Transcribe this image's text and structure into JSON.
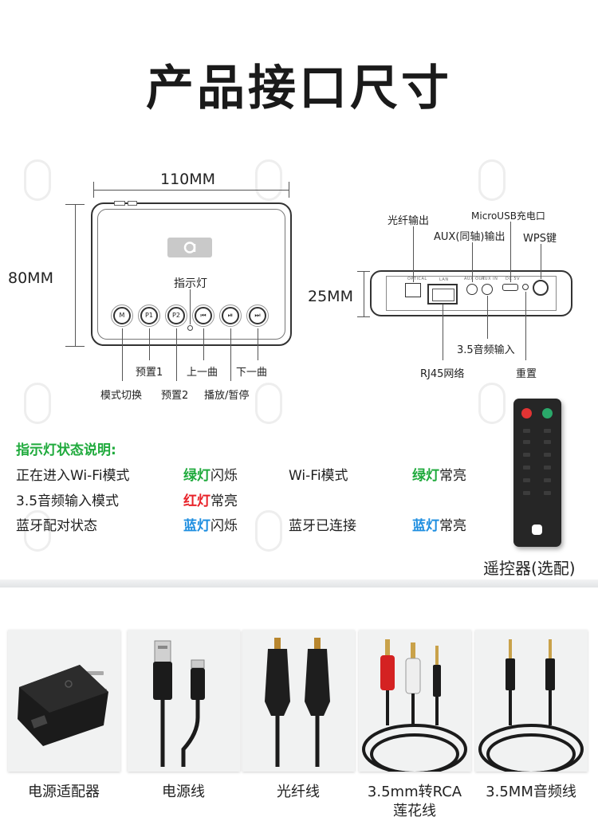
{
  "title": "产品接口尺寸",
  "dimensions": {
    "width": "110MM",
    "height": "80MM",
    "depth": "25MM"
  },
  "front": {
    "indicator_label": "指示灯",
    "buttons": [
      "M",
      "P1",
      "P2",
      "⏮",
      "⏯",
      "⏭"
    ],
    "labels": {
      "preset1": "预置1",
      "preset2": "预置2",
      "mode": "模式切换",
      "prev": "上一曲",
      "play": "播放/暂停",
      "next": "下一曲"
    }
  },
  "side": {
    "port_tags": [
      "OPTICAL",
      "LAN",
      "AUX OUT",
      "AUX IN",
      "DC 5V"
    ],
    "labels": {
      "optical": "光纤输出",
      "aux_out": "AUX(同轴)输出",
      "usb": "MicroUSB充电口",
      "wps": "WPS键",
      "rj45": "RJ45网络",
      "aux_in": "3.5音频输入",
      "reset": "重置"
    }
  },
  "status": {
    "heading": "指示灯状态说明:",
    "rows": [
      {
        "mode": "正在进入Wi-Fi模式",
        "light": "绿灯",
        "state": "闪烁"
      },
      {
        "mode": "Wi-Fi模式",
        "light": "绿灯",
        "state": "常亮"
      },
      {
        "mode": "3.5音频输入模式",
        "light": "红灯",
        "state": "常亮"
      },
      {
        "mode": "蓝牙配对状态",
        "light": "蓝灯",
        "state": "闪烁"
      },
      {
        "mode": "蓝牙已连接",
        "light": "蓝灯",
        "state": "常亮"
      }
    ]
  },
  "remote": {
    "caption": "遥控器(选配)"
  },
  "accessories": [
    {
      "line1": "电源适配器",
      "line2": ""
    },
    {
      "line1": "电源线",
      "line2": ""
    },
    {
      "line1": "光纤线",
      "line2": ""
    },
    {
      "line1": "3.5mm转RCA",
      "line2": "莲花线"
    },
    {
      "line1": "3.5MM音频线",
      "line2": ""
    }
  ],
  "colors": {
    "green": "#1faa3c",
    "red": "#e8232a",
    "blue": "#1e8ee0"
  }
}
